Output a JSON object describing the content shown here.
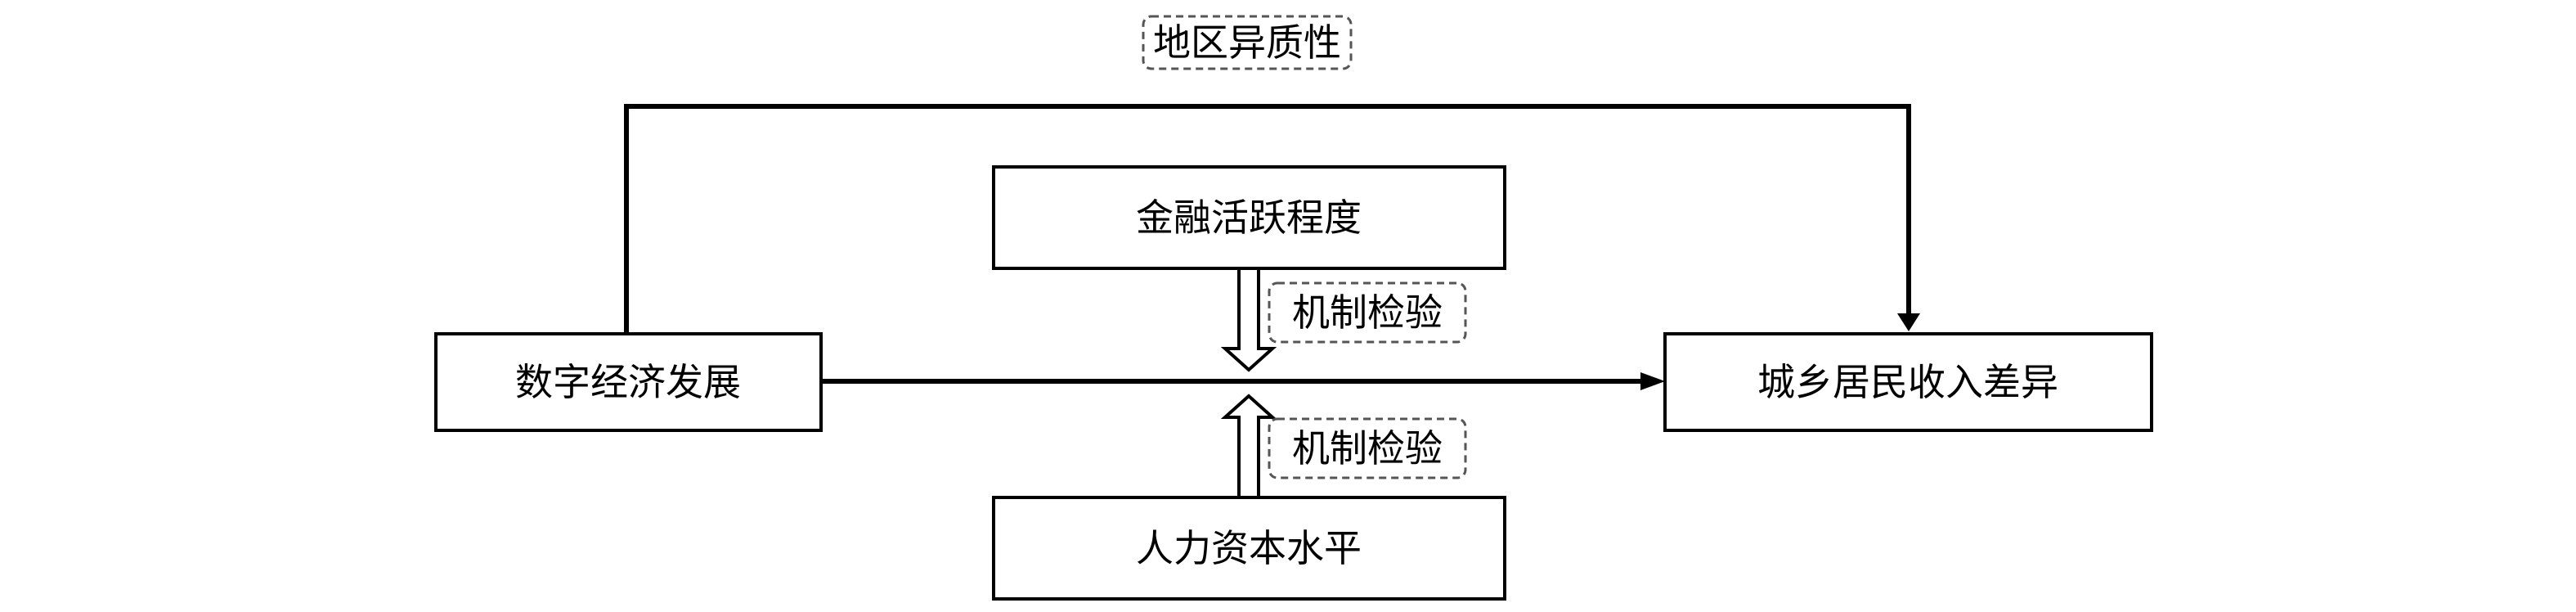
{
  "diagram": {
    "nodes": {
      "source": "数字经济发展",
      "target": "城乡居民收入差异",
      "mediator_top": "金融活跃程度",
      "mediator_bottom": "人力资本水平"
    },
    "tags": {
      "heterogeneity": "地区异质性",
      "mechanism_top": "机制检验",
      "mechanism_bottom": "机制检验"
    },
    "colors": {
      "stroke": "#000000",
      "dashed": "#555555",
      "background": "#ffffff"
    }
  }
}
